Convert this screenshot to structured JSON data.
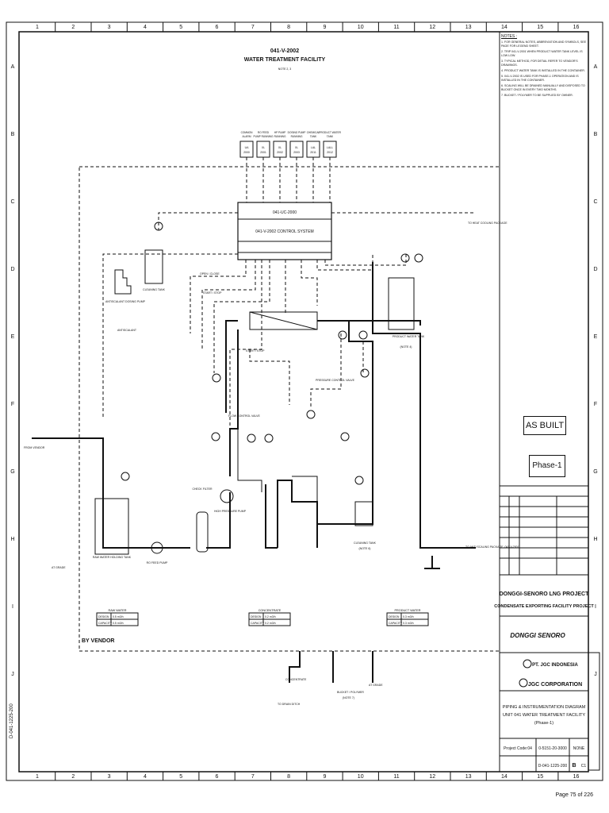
{
  "drawing": {
    "title_line1": "041-V-2002",
    "title_line2": "WATER TREATMENT FACILITY",
    "note_ref": "NOTE 2, 3",
    "by_vendor": "BY VENDOR",
    "grid_numbers": [
      "1",
      "2",
      "3",
      "4",
      "5",
      "6",
      "7",
      "8",
      "9",
      "10",
      "11",
      "12",
      "13",
      "14",
      "15",
      "16"
    ],
    "grid_letters": [
      "A",
      "B",
      "C",
      "D",
      "E",
      "F",
      "G",
      "H",
      "I",
      "J"
    ]
  },
  "notes": {
    "heading": "NOTES :",
    "items": [
      "1. FOR GENERAL NOTES, ABBREVIATION AND SYMBOLS, SEE PAGE FOR LEGEND SHEET.",
      "2. TRIP 041-V-2001 WHEN PRODUCT WATER TANK LEVEL IS LOW LOW.",
      "3. TYPICAL METHOD, FOR DETAIL REFER TO VENDOR'S DRAWINGS.",
      "4. PRODUCT WATER TANK IS INSTALLED IN THE CONTAINER.",
      "5. 041-V-2002 IS USED FOR PHASE-1 OPERATION AND IS INSTALLED IN THE CONTAINER.",
      "6. SCALING WILL BE DRAINED MANUALLY AND DISPOSED TO BUCKET ONCE IN EVERY TWO MONTHS.",
      "7. BUCKET / POLYMER TO BE SUPPLIED BY OWNER."
    ]
  },
  "control": {
    "panel_tag": "041-UC-2000",
    "panel_label": "041-V-2002 CONTROL SYSTEM",
    "alarms": [
      {
        "label": "COMMON ALARM",
        "tag": "UA 2000"
      },
      {
        "label": "RO FEED PUMP RUNNING",
        "tag": "XL 2001"
      },
      {
        "label": "HP PUMP RUNNING",
        "tag": "XL 2002"
      },
      {
        "label": "DOSING PUMP RUNNING",
        "tag": "XL 2003"
      },
      {
        "label": "CHEMICAL TANK",
        "tag": "LAL 2011"
      },
      {
        "label": "PRODUCT WATER TANK",
        "tag": "LALL 2012"
      }
    ]
  },
  "equipment": {
    "antiscalant": "ANTISCALANT DOSING PUMP",
    "cleaning_tank": "CLEANING TANK",
    "antiscalant_note": "ANTISCALANT",
    "raw_water_tank": "RAW WATER HOLDING TANK",
    "ro_feed_pump": "RO FEED PUMP",
    "check_filter": "CHECK FILTER",
    "hp_pump": "HIGH PRESSURE PUMP",
    "product_tank": "PRODUCT WATER TANK",
    "product_tank_note": "(NOTE 4)",
    "cleaning_tank2": "CLEANING TANK",
    "cleaning_note": "(NOTE 6)",
    "flow_control": "FLOW CONTROL VALVE",
    "pressure_control": "PRESSURE CONTROL VALVE",
    "start_stop1": "START / STOP",
    "start_stop2": "START / STOP",
    "open_close": "OPEN / CLOSE",
    "to_heat": "TO HEAT COOLING PACKAGE",
    "to_heat2": "TO ANTI SCALING PACKAGE, 041-V-2001",
    "from_vendor": "FROM VENDOR",
    "concentrate": "CONCENTRATE",
    "to_drain": "TO DRAIN DITCH",
    "bucket": "BUCKET / POLYMER",
    "bucket_note": "(NOTE 7)",
    "at_grade": "AT GRADE",
    "at_grade2": "AT GRADE"
  },
  "tables": {
    "raw_water": {
      "title": "RAW WATER",
      "rows": [
        [
          "DESIGN",
          "0.5 m3/h"
        ],
        [
          "CAPACITY",
          "0.5 m3/h"
        ]
      ]
    },
    "concentrate": {
      "title": "CONCENTRATE",
      "rows": [
        [
          "DESIGN",
          "0.2 m3/h"
        ],
        [
          "CAPACITY",
          "0.2 m3/h"
        ]
      ]
    },
    "product_water": {
      "title": "PRODUCT WATER",
      "rows": [
        [
          "DESIGN",
          "0.3 m3/h"
        ],
        [
          "CAPACITY",
          "0.3 m3/h"
        ]
      ]
    }
  },
  "stamps": {
    "as_built": "AS BUILT",
    "phase": "Phase-1"
  },
  "title_block": {
    "project1": "DONGGI-SENORO LNG PROJECT",
    "project2": "CONDENSATE EXPORTING FACILITY PROJECT",
    "company1": "DONGGI SENORO",
    "company2": "PT. JGC INDONESIA",
    "company3": "JGC CORPORATION",
    "dwg_title1": "PIPING & INSTRUMENTATION DIAGRAM",
    "dwg_title2": "UNIT 041 WATER TREATMENT FACILITY",
    "dwg_title3": "(Phase-1)",
    "project_code": "Project Code:04",
    "job_no": "0-5151-20-3000",
    "dwg_no": "D-041-1225-200",
    "scale": "NONE",
    "rev": "B",
    "sheet": "C1"
  },
  "side_label": "D-041-1225-200",
  "page_number": "Page 75 of 226"
}
